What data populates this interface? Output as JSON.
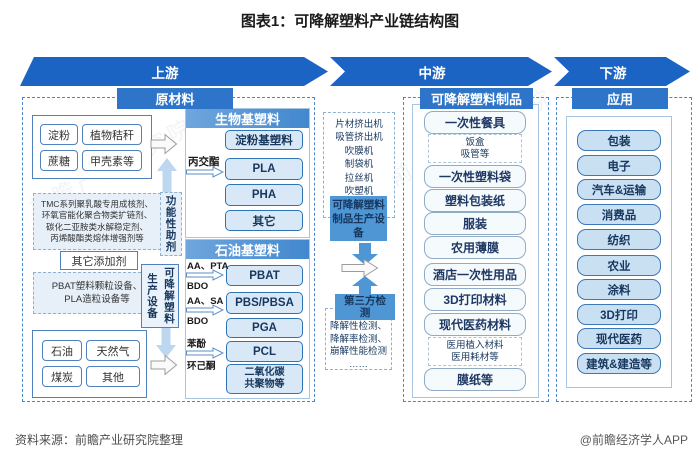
{
  "title": "图表1：可降解塑料产业链结构图",
  "stages": {
    "upstream": "上游",
    "midstream": "中游",
    "downstream": "下游"
  },
  "raw_materials": {
    "header": "原材料",
    "bio_feedstocks": [
      "淀粉",
      "植物秸秆",
      "蔗糖",
      "甲壳素等"
    ],
    "functional_additives_detail": "TMC系列聚乳酸专用成核剂、\n环氧官能化聚合物类扩链剂、\n碳化二亚胺类水解稳定剂、\n丙烯酸酯类熔体增强剂等",
    "functional_additives_label": "功能性助剂",
    "other_additives": "其它添加剂",
    "equipment_detail": "PBAT塑料颗粒设备、\nPLA造粒设备等",
    "equipment_label": "可降解塑料生产设备",
    "fossil_feedstocks": [
      "石油",
      "天然气",
      "煤炭",
      "其他"
    ]
  },
  "bio_plastics": {
    "header": "生物基塑料",
    "input_label": "丙交酯",
    "items": [
      "淀粉基塑料",
      "PLA",
      "PHA",
      "其它"
    ]
  },
  "petro_plastics": {
    "header": "石油基塑料",
    "items": [
      "PBAT",
      "PBS/PBSA",
      "PGA",
      "PCL",
      "二氧化碳\n共聚物等"
    ],
    "inputs": {
      "pbat_top": "AA、PTA",
      "pbat_bottom": "BDO",
      "pbs_top": "AA、SA",
      "pbs_bottom": "BDO",
      "pcl_top": "苯酚",
      "pcl_bottom": "环己酮"
    }
  },
  "midstream_column": {
    "machines": "片材挤出机\n吸管挤出机\n吹膜机\n制袋机\n拉丝机\n吹塑机\n……",
    "equipment_box": "可降解塑料制品生产设备",
    "third_party": "第三方检测",
    "tests": "降解性检测、\n降解率检测、\n崩解性能检测\n……"
  },
  "products": {
    "header": "可降解塑料制品",
    "items": [
      "一次性餐具",
      "一次性塑料袋",
      "塑料包装纸",
      "服装",
      "农用薄膜",
      "酒店一次性用品",
      "3D打印材料",
      "现代医药材料",
      "膜纸等"
    ],
    "tableware_detail": "饭盒\n吸管等",
    "medical_detail": "医用植入材料\n医用耗材等"
  },
  "applications": {
    "header": "应用",
    "items": [
      "包装",
      "电子",
      "汽车&运输",
      "消费品",
      "纺织",
      "农业",
      "涂料",
      "3D打印",
      "现代医药",
      "建筑&建造等"
    ]
  },
  "footer": {
    "source": "资料来源：前瞻产业研究院整理",
    "brand": "@前瞻经济学人APP"
  },
  "watermark": "前瞻产业研究院",
  "colors": {
    "stage_blue": "#1C64C4",
    "header_blue": "#2E75C9",
    "panel_header_blue": "#4E94D6",
    "item_fill": "#D9E8F6",
    "pale_fill": "#E7F0F9",
    "mid_arrow_blue": "#4F96D5",
    "pale_arrow_blue": "#BCD7EF"
  }
}
